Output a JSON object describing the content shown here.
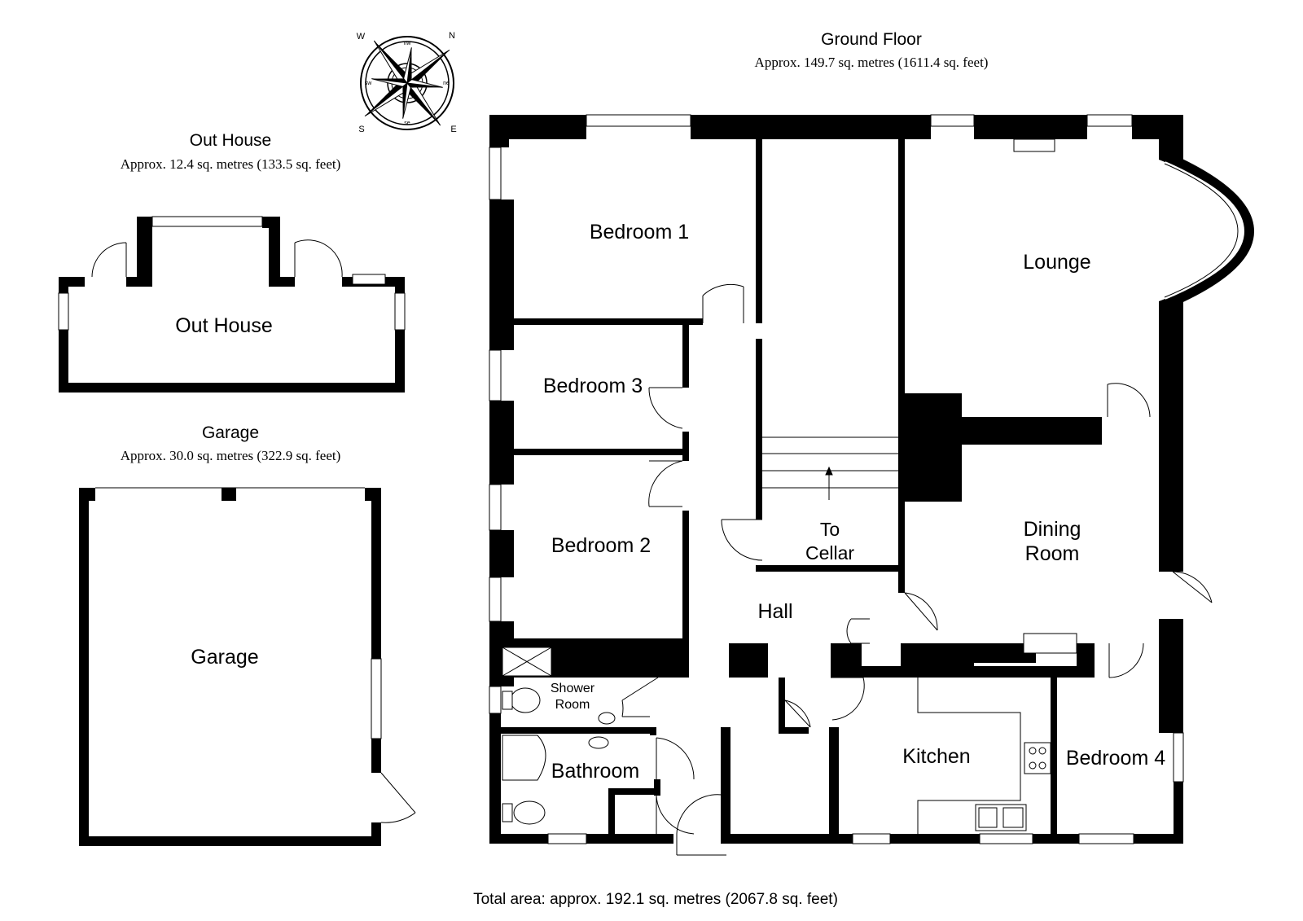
{
  "ground_floor": {
    "title": "Ground Floor",
    "area": "Approx. 149.7 sq. metres (1611.4 sq. feet)"
  },
  "out_house": {
    "title": "Out House",
    "area": "Approx. 12.4 sq. metres (133.5 sq. feet)"
  },
  "garage": {
    "title": "Garage",
    "area": "Approx. 30.0 sq. metres (322.9 sq. feet)"
  },
  "rooms": {
    "bedroom1": "Bedroom 1",
    "bedroom2": "Bedroom 2",
    "bedroom3": "Bedroom 3",
    "bedroom4": "Bedroom 4",
    "lounge": "Lounge",
    "dining_line1": "Dining",
    "dining_line2": "Room",
    "hall": "Hall",
    "cellar_line1": "To",
    "cellar_line2": "Cellar",
    "kitchen": "Kitchen",
    "bathroom": "Bathroom",
    "shower_line1": "Shower",
    "shower_line2": "Room",
    "out_house": "Out House",
    "garage": "Garage"
  },
  "compass": {
    "n": "N",
    "s": "S",
    "e": "E",
    "w": "W",
    "nw": "nw",
    "ne": "ne",
    "se": "se",
    "sw": "sw"
  },
  "total_area": "Total area: approx. 192.1 sq. metres (2067.8 sq. feet)"
}
